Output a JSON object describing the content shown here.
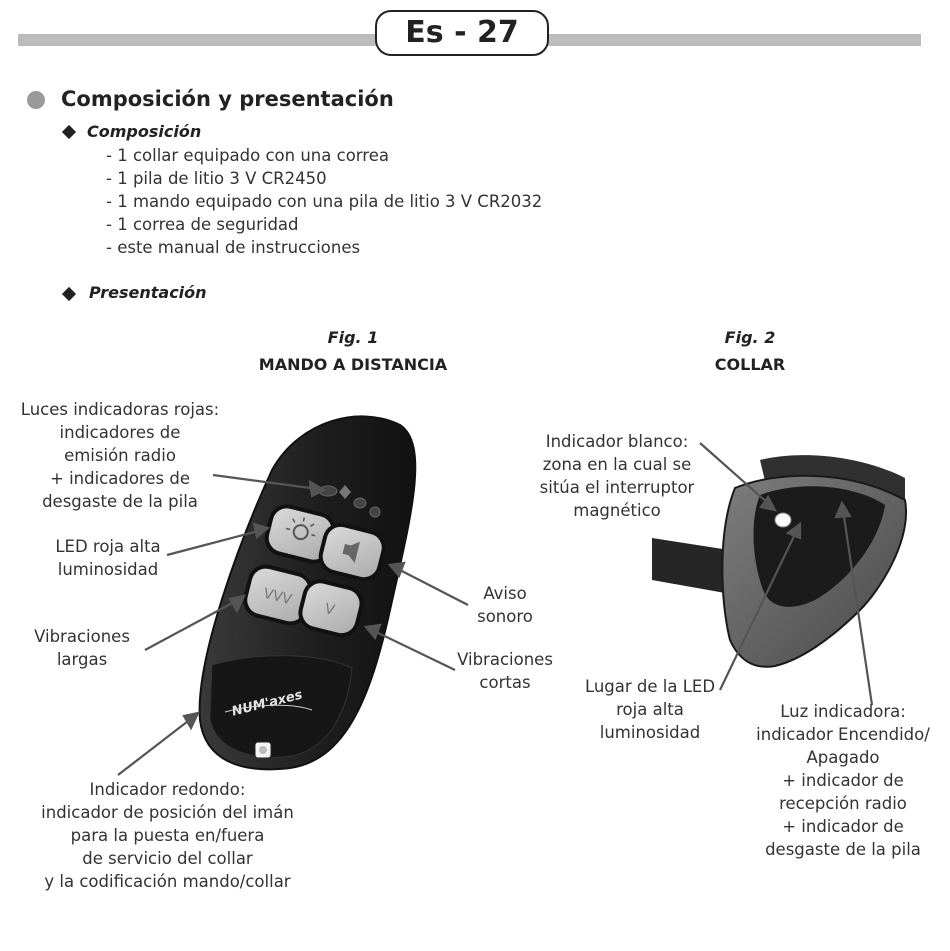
{
  "header": {
    "page_label": "Es - 27"
  },
  "section": {
    "title": "Composición y presentación",
    "composition": {
      "title": "Composición",
      "items": [
        "- 1 collar equipado con una correa",
        "- 1 pila de litio 3 V CR2450",
        "- 1 mando equipado con una pila de litio 3 V CR2032",
        "- 1 correa de seguridad",
        "- este manual de instrucciones"
      ]
    },
    "presentation": {
      "title": "Presentación"
    }
  },
  "fig1": {
    "number": "Fig. 1",
    "title": "MANDO A DISTANCIA",
    "brand": "NUM'axes",
    "labels": {
      "red_lights": "Luces indicadoras rojas:\nindicadores de\nemisión radio\n+ indicadores de\ndesgaste de la pila",
      "led": "LED roja alta\nluminosidad",
      "long_vib": "Vibraciones\nlargas",
      "sound": "Aviso\nsonoro",
      "short_vib": "Vibraciones\ncortas",
      "round": "Indicador redondo:\nindicador de posición del imán\npara la puesta en/fuera\nde servicio del collar\ny la codificación mando/collar"
    },
    "buttons": {
      "vvv": "VVV",
      "v": "V"
    }
  },
  "fig2": {
    "number": "Fig. 2",
    "title": "COLLAR",
    "labels": {
      "white": "Indicador blanco:\nzona en la cual se\nsitúa el interruptor\nmagnético",
      "led_place": "Lugar de la LED\nroja alta\nluminosidad",
      "light": "Luz indicadora:\nindicador Encendido/\nApagado\n+ indicador de\nrecepción radio\n+ indicador de\ndesgaste de la pila"
    }
  },
  "colors": {
    "bar": "#bcbcbc",
    "bullet": "#9a9a9a",
    "device": "#2b2b2b",
    "button": "#c9c9c9"
  }
}
